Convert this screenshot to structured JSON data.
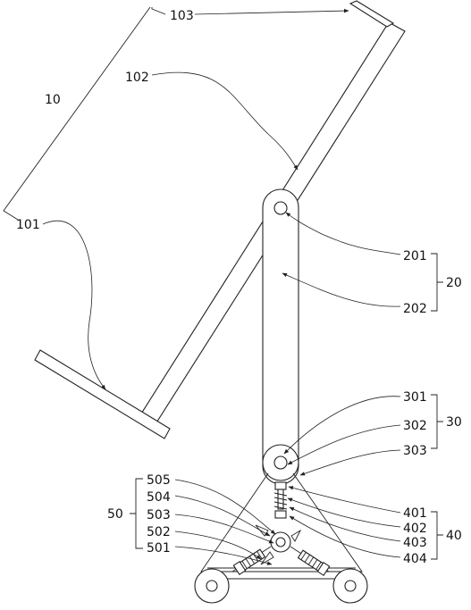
{
  "labels": {
    "l10": "10",
    "l101": "101",
    "l102": "102",
    "l103": "103",
    "l20": "20",
    "l201": "201",
    "l202": "202",
    "l30": "30",
    "l301": "301",
    "l302": "302",
    "l303": "303",
    "l40": "40",
    "l401": "401",
    "l402": "402",
    "l403": "403",
    "l404": "404",
    "l50": "50",
    "l501": "501",
    "l502": "502",
    "l503": "503",
    "l504": "504",
    "l505": "505"
  },
  "colors": {
    "line": "#222222",
    "background": "#ffffff"
  }
}
